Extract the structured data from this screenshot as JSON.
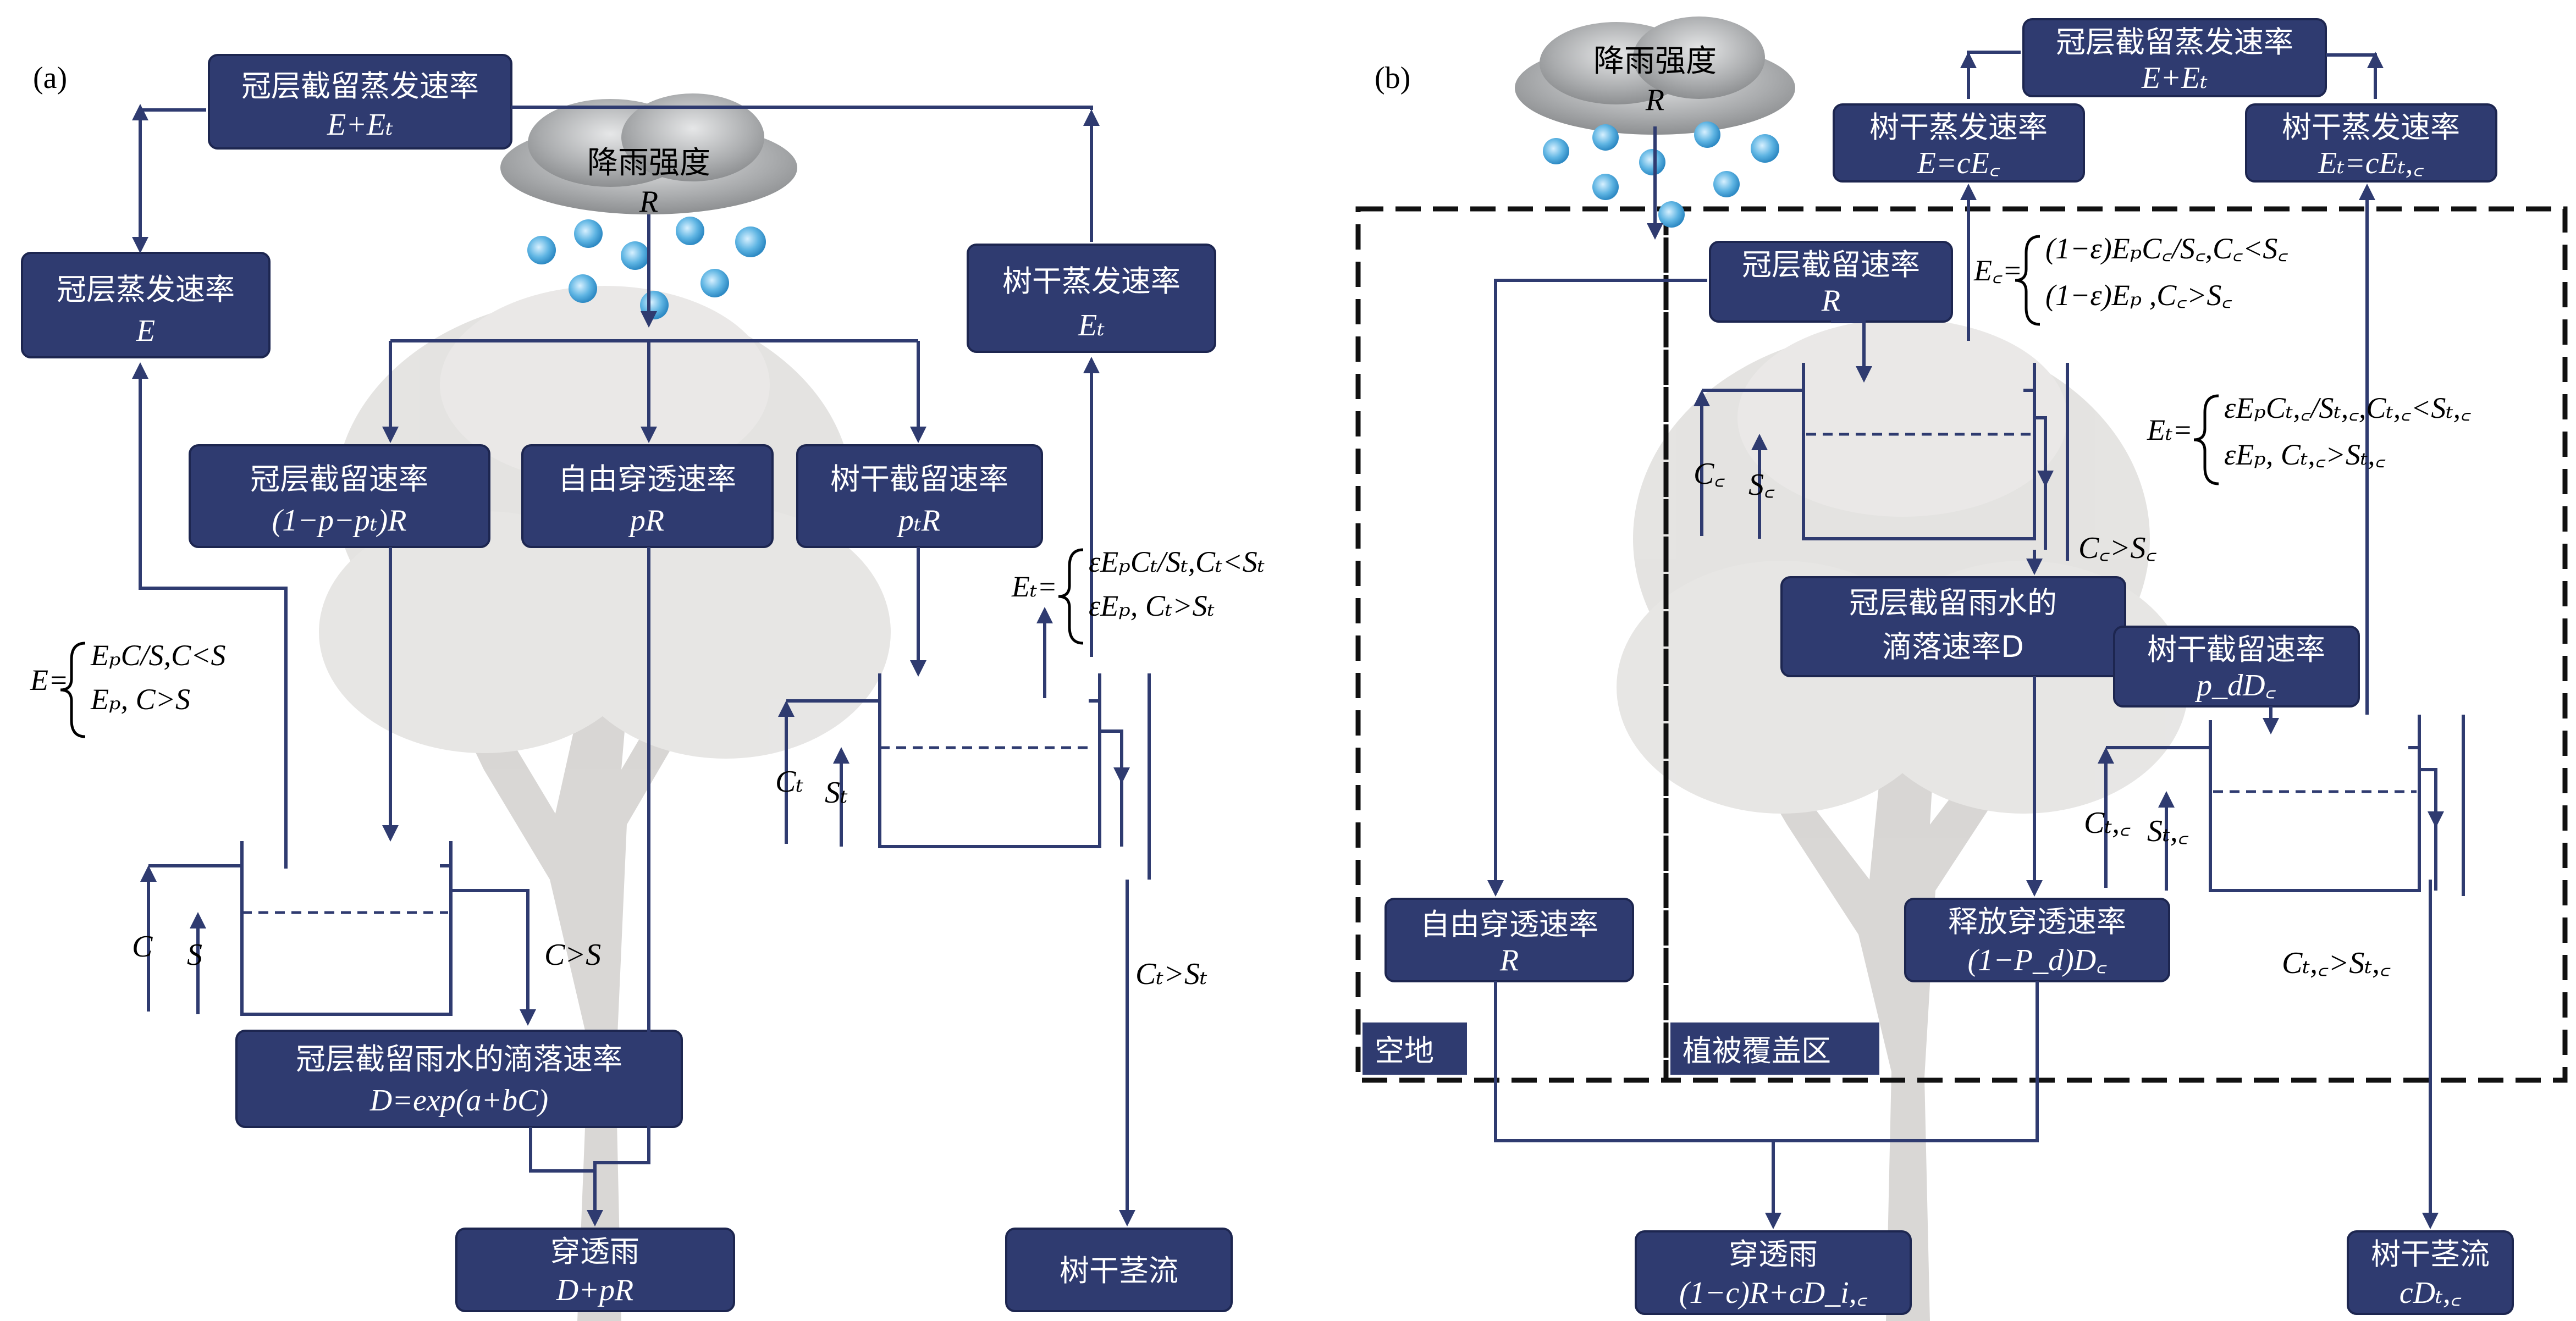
{
  "panel_a": {
    "letter": "(a)",
    "rain": {
      "title": "降雨强度",
      "symbol": "R"
    },
    "canopy_evap_total": {
      "title": "冠层截留蒸发速率",
      "formula": "E+Eₜ"
    },
    "canopy_evap": {
      "title": "冠层蒸发速率",
      "formula": "E"
    },
    "trunk_evap": {
      "title": "树干蒸发速率",
      "formula": "Eₜ"
    },
    "canopy_intercept": {
      "title": "冠层截留速率",
      "formula": "(1−p−pₜ)R"
    },
    "free_through": {
      "title": "自由穿透速率",
      "formula": "pR"
    },
    "trunk_intercept": {
      "title": "树干截留速率",
      "formula": "pₜR"
    },
    "drip": {
      "title": "冠层截留雨水的滴落速率",
      "formula": "D=exp(a+bC)"
    },
    "throughfall": {
      "title": "穿透雨",
      "formula": "D+pR"
    },
    "stemflow": {
      "title": "树干茎流"
    },
    "eq_E": {
      "lhs": "E=",
      "row1": "EₚC/S,C<S",
      "row2": "Eₚ,      C>S"
    },
    "eq_Et": {
      "lhs": "Eₜ=",
      "row1": "εEₚCₜ/Sₜ,Cₜ<Sₜ",
      "row2": "εEₚ,        Cₜ>Sₜ"
    },
    "tank_canopy": {
      "C": "C",
      "S": "S",
      "overflow": "C>S"
    },
    "tank_trunk": {
      "C": "Cₜ",
      "S": "Sₜ",
      "overflow": "Cₜ>Sₜ"
    }
  },
  "panel_b": {
    "letter": "(b)",
    "rain": {
      "title": "降雨强度",
      "symbol": "R"
    },
    "canopy_evap_total": {
      "title": "冠层截留蒸发速率",
      "formula": "E+Eₜ"
    },
    "trunk_evap_left": {
      "title": "树干蒸发速率",
      "formula": "E=cE꜀"
    },
    "trunk_evap_right": {
      "title": "树干蒸发速率",
      "formula": "Eₜ=cEₜ,꜀"
    },
    "canopy_intercept": {
      "title": "冠层截留速率",
      "formula": "R"
    },
    "eq_Ec": {
      "lhs": "E꜀=",
      "row1": "(1−ε)EₚC꜀/S꜀,C꜀<S꜀",
      "row2": "(1−ε)Eₚ       ,C꜀>S꜀"
    },
    "eq_Et": {
      "lhs": "Eₜ=",
      "row1": "εEₚCₜ,꜀/Sₜ,꜀,Cₜ,꜀<Sₜ,꜀",
      "row2": "εEₚ,             Cₜ,꜀>Sₜ,꜀"
    },
    "tank_canopy": {
      "C": "C꜀",
      "S": "S꜀",
      "overflow": "C꜀>S꜀"
    },
    "drip": {
      "title1": "冠层截留雨水的",
      "title2": "滴落速率D"
    },
    "trunk_intercept": {
      "title": "树干截留速率",
      "formula": "p_dD꜀"
    },
    "tank_trunk": {
      "C": "Cₜ,꜀",
      "S": "Sₜ,꜀",
      "overflow": "Cₜ,꜀>Sₜ,꜀"
    },
    "release_through": {
      "title": "释放穿透速率",
      "formula": "(1−P_d)D꜀"
    },
    "free_through": {
      "title": "自由穿透速率",
      "formula": "R"
    },
    "region_open": "空地",
    "region_veg": "植被覆盖区",
    "throughfall": {
      "title": "穿透雨",
      "formula": "(1−c)R+cD_i,꜀"
    },
    "stemflow": {
      "title": "树干茎流",
      "formula": "cDₜ,꜀"
    }
  },
  "colors": {
    "box_fill": "#2f3b70",
    "line": "#2f3b70",
    "tree": "#c8c6c4",
    "cloud": "#a9abad",
    "drop": "#5fb5e3"
  }
}
